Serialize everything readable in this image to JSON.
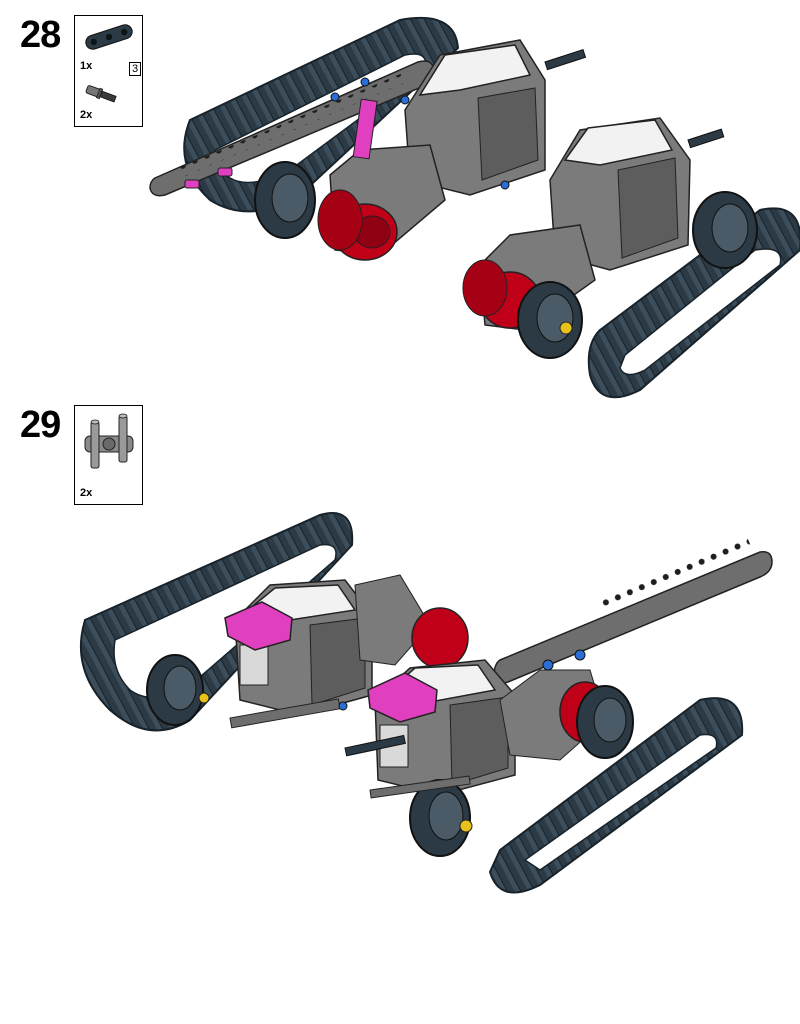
{
  "steps": [
    {
      "number": "28",
      "parts": [
        {
          "qty": "1x",
          "name": "beam-3-icon",
          "length_label": "3"
        },
        {
          "qty": "2x",
          "name": "axle-pin-icon"
        }
      ]
    },
    {
      "number": "29",
      "parts": [
        {
          "qty": "2x",
          "name": "double-cross-block-icon"
        }
      ]
    }
  ],
  "colors": {
    "track": "#2b3a45",
    "track_edge": "#17222a",
    "motor_white": "#f2f2f2",
    "motor_gray": "#7b7b7b",
    "beam_gray": "#6e6e6e",
    "hub_red": "#c00018",
    "pin_magenta": "#e03fc0",
    "pin_blue": "#2a6fd6",
    "bush_yellow": "#e8c21a"
  }
}
